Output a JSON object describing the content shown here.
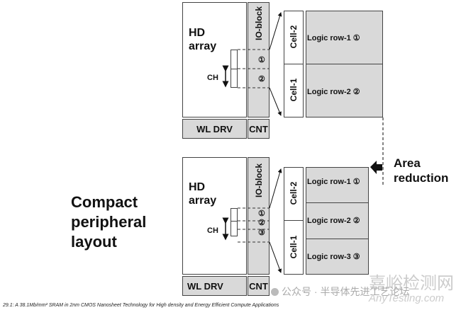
{
  "top": {
    "hd_array": [
      "HD",
      "array"
    ],
    "io_block": "IO-block",
    "ch": "CH",
    "markers": [
      "①",
      "②"
    ],
    "wl_drv": "WL DRV",
    "cnt": "CNT",
    "cells": [
      "Cell-2",
      "Cell-1"
    ],
    "logic_rows": [
      "Logic row-1 ①",
      "Logic row-2 ②"
    ]
  },
  "bottom": {
    "hd_array": [
      "HD",
      "array"
    ],
    "io_block": "IO-block",
    "ch": "CH",
    "markers": [
      "①",
      "②",
      "③"
    ],
    "wl_drv": "WL DRV",
    "cnt": "CNT",
    "cells": [
      "Cell-2",
      "Cell-1"
    ],
    "logic_rows": [
      "Logic row-1 ①",
      "Logic row-2 ②",
      "Logic row-3 ③"
    ]
  },
  "area_reduction": [
    "Area",
    "reduction"
  ],
  "compact_label": [
    "Compact",
    "peripheral",
    "layout"
  ],
  "caption": "29.1: A 38.1Mb/mm² SRAM in 2nm CMOS Nanosheet Technology for High density and Energy Efficient Compute Applications",
  "watermark": {
    "cn": "公众号 · 半导体先进工艺论坛",
    "brand_cn": "嘉峪检测网",
    "brand_en": "AnyTesting.com"
  }
}
